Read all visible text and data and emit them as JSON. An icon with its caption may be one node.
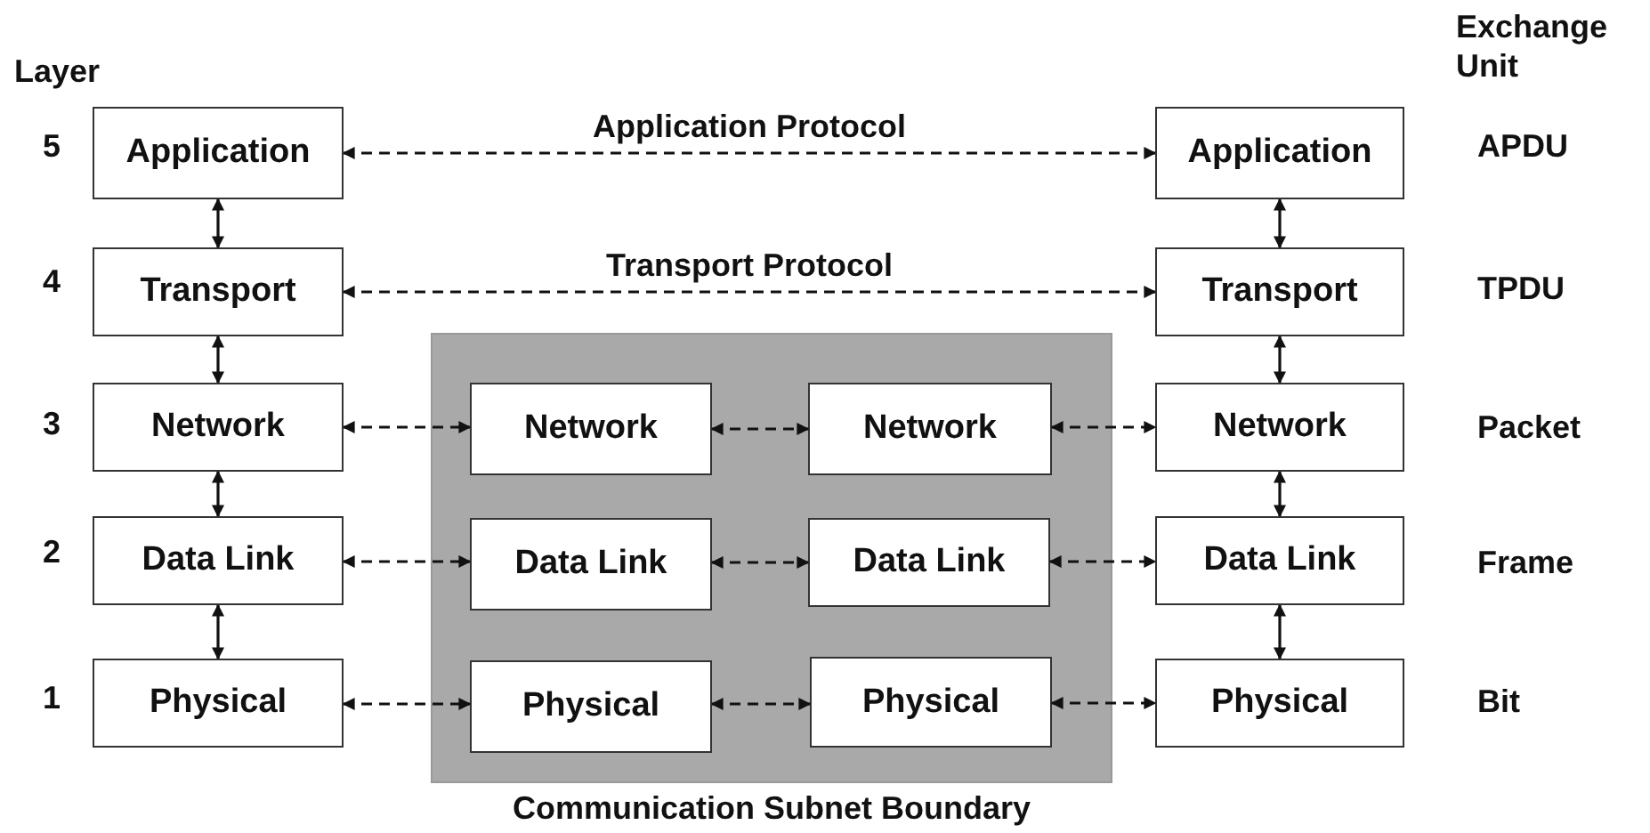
{
  "diagram": {
    "nodes": [
      {
        "text": [
          "Application"
        ]
      },
      {
        "text": [
          "Transport"
        ]
      },
      {
        "text": [
          "Network"
        ]
      },
      {
        "text": [
          "Data Link"
        ]
      },
      {
        "text": [
          "Physical"
        ]
      },
      {
        "text": [
          "Communication Subnet Boundary"
        ]
      },
      {
        "text": [
          "Network"
        ],
        "in": 5
      },
      {
        "text": [
          "Network"
        ],
        "in": 5
      },
      {
        "text": [
          "Data Link"
        ],
        "in": 5
      },
      {
        "text": [
          "Data Link"
        ],
        "in": 5
      },
      {
        "text": [
          "Physical"
        ],
        "in": 5
      },
      {
        "text": [
          "Physical"
        ],
        "in": 5
      },
      {
        "text": [
          "Application"
        ]
      },
      {
        "text": [
          "Transport"
        ]
      },
      {
        "text": [
          "Network"
        ]
      },
      {
        "text": [
          "Data Link"
        ]
      },
      {
        "text": [
          "Physical"
        ]
      }
    ],
    "edges": [
      {
        "from": 0,
        "to": 1,
        "arrow": "both"
      },
      {
        "from": 1,
        "to": 2,
        "arrow": "both"
      },
      {
        "from": 2,
        "to": 3,
        "arrow": "both"
      },
      {
        "from": 3,
        "to": 4,
        "arrow": "both"
      },
      {
        "from": 0,
        "to": 12,
        "arrow": "both",
        "style": "dashed",
        "label": "Application Protocol"
      },
      {
        "from": 1,
        "to": 13,
        "arrow": "both",
        "style": "dashed",
        "label": "Transport Protocol"
      },
      {
        "from": 2,
        "to": 6,
        "arrow": "both",
        "style": "dashed"
      },
      {
        "from": 6,
        "to": 7,
        "arrow": "both",
        "style": "dashed"
      },
      {
        "from": 7,
        "to": 14,
        "arrow": "both",
        "style": "dashed"
      },
      {
        "from": 3,
        "to": 8,
        "arrow": "both",
        "style": "dashed"
      },
      {
        "from": 8,
        "to": 9,
        "arrow": "both",
        "style": "dashed"
      },
      {
        "from": 9,
        "to": 15,
        "arrow": "both",
        "style": "dashed"
      },
      {
        "from": 4,
        "to": 10,
        "arrow": "both",
        "style": "dashed"
      },
      {
        "from": 10,
        "to": 11,
        "arrow": "both",
        "style": "dashed"
      },
      {
        "from": 11,
        "to": 16,
        "arrow": "both",
        "style": "dashed"
      },
      {
        "from": 12,
        "to": 13,
        "arrow": "both"
      },
      {
        "from": 13,
        "to": 14,
        "arrow": "both"
      },
      {
        "from": 14,
        "to": 15,
        "arrow": "both"
      },
      {
        "from": 15,
        "to": 16,
        "arrow": "both"
      }
    ],
    "labels": [
      "Exchange Unit",
      "Layer",
      "5",
      "APDU",
      "4",
      "TPDU",
      "3",
      "Packet",
      "2",
      "Frame",
      "1",
      "Bit"
    ]
  }
}
